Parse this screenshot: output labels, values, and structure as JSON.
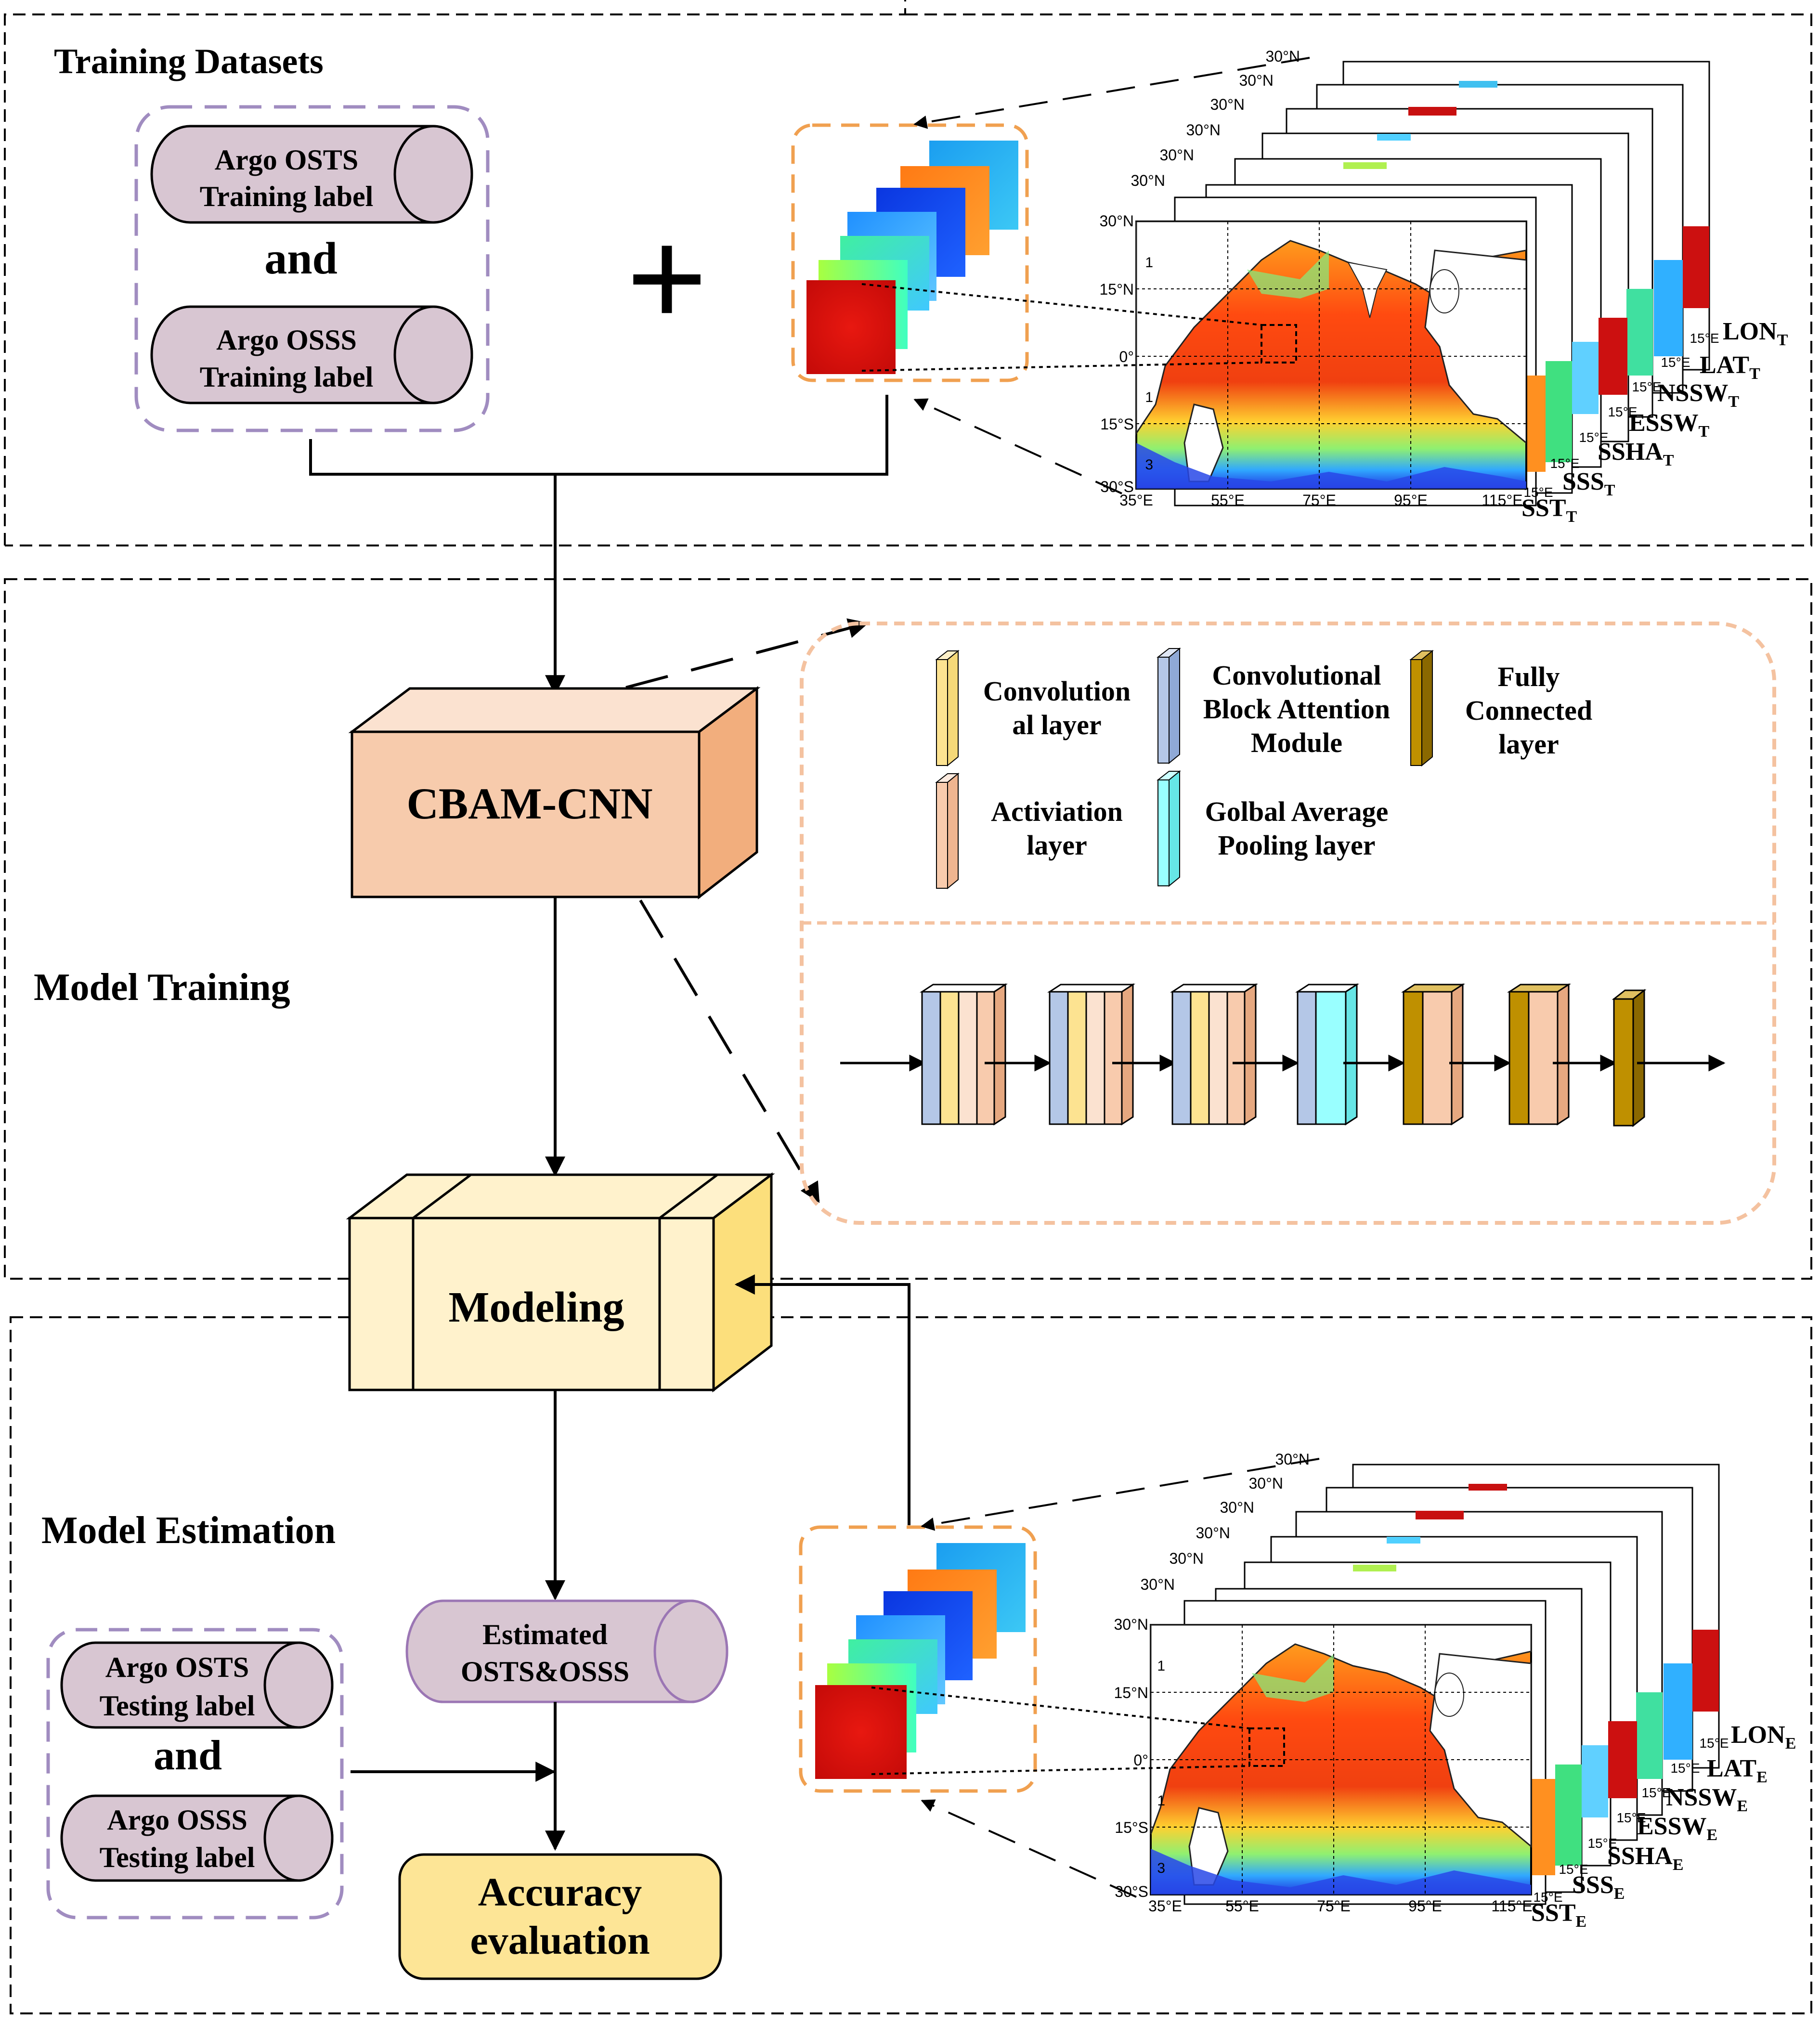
{
  "sections": {
    "training_datasets": "Training Datasets",
    "model_training": "Model Training",
    "model_estimation": "Model Estimation"
  },
  "training": {
    "label1": [
      "Argo OSTS",
      "Training label"
    ],
    "and": "and",
    "label2": [
      "Argo OSSS",
      "Training label"
    ],
    "plus": "+"
  },
  "map_axis": {
    "lat_ticks": [
      "30°N",
      "15°N",
      "0°",
      "15°S",
      "30°S"
    ],
    "lon_ticks": [
      "35°E",
      "55°E",
      "75°E",
      "95°E",
      "115°E"
    ],
    "partial_ticks": [
      "1",
      "1",
      "3",
      "15°E"
    ]
  },
  "training_stack_labels": [
    {
      "main": "LON",
      "sub": "T"
    },
    {
      "main": "LAT",
      "sub": "T"
    },
    {
      "main": "NSSW",
      "sub": "T"
    },
    {
      "main": "ESSW",
      "sub": "T"
    },
    {
      "main": "SSHA",
      "sub": "T"
    },
    {
      "main": "SSS",
      "sub": "T"
    },
    {
      "main": "SST",
      "sub": "T"
    }
  ],
  "estimation_stack_labels": [
    {
      "main": "LON",
      "sub": "E"
    },
    {
      "main": "LAT",
      "sub": "E"
    },
    {
      "main": "NSSW",
      "sub": "E"
    },
    {
      "main": "ESSW",
      "sub": "E"
    },
    {
      "main": "SSHA",
      "sub": "E"
    },
    {
      "main": "SSS",
      "sub": "E"
    },
    {
      "main": "SST",
      "sub": "E"
    }
  ],
  "model": {
    "cbam_label": "CBAM-CNN",
    "modeling_label": "Modeling"
  },
  "legend": {
    "conv": [
      "Convolution",
      "al layer"
    ],
    "cbam": [
      "Convolutional",
      "Block Attention",
      "Module"
    ],
    "fc": [
      "Fully",
      "Connected",
      "layer"
    ],
    "activation": [
      "Activiation",
      "layer"
    ],
    "gap": [
      "Golbal Average",
      "Pooling layer"
    ]
  },
  "estimation": {
    "label1": [
      "Argo OSTS",
      "Testing label"
    ],
    "and": "and",
    "label2": [
      "Argo OSSS",
      "Testing label"
    ],
    "estimated": [
      "Estimated",
      "OSTS&OSSS"
    ],
    "accuracy": [
      "Accuracy",
      "evaluation"
    ]
  },
  "colors": {
    "cylinder": "#d8c6d2",
    "cylinder_stroke": "#000000",
    "estimated_stroke": "#9b76b4",
    "purple_dash": "#a08cc0",
    "orange_dash": "#f0a050",
    "cbam_front": "#f7cbac",
    "cbam_side": "#f2ae7d",
    "modeling_front": "#fff2cc",
    "modeling_side": "#fcdf7c",
    "accuracy_fill": "#fde596",
    "conv": "#fde391",
    "cbam_block": "#b4c7e7",
    "fc_block": "#bf9000",
    "activation": "#f8cbad",
    "gap": "#99ffff"
  }
}
